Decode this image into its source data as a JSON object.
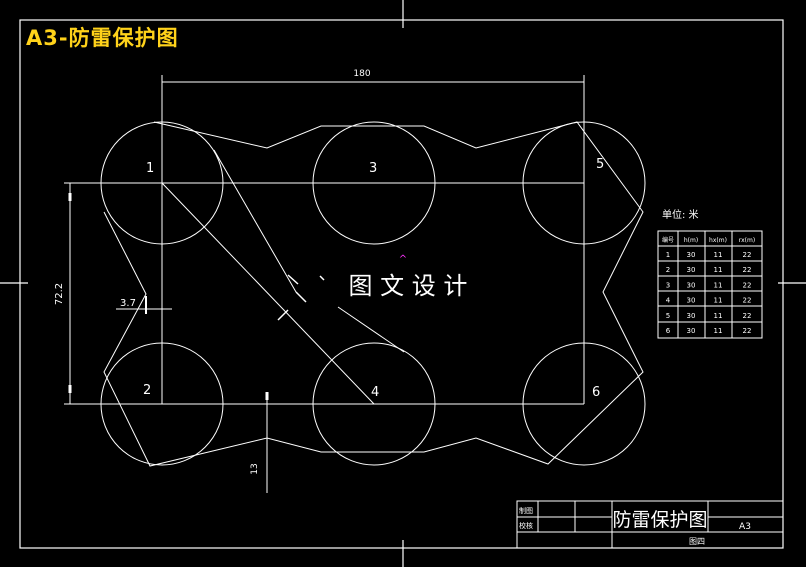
{
  "drawing": {
    "title": "A3-防雷保护图",
    "watermark": "图 文 设 计",
    "dimensions": {
      "width": "180",
      "height": "72.2",
      "offset": "3.7",
      "depth": "13"
    },
    "circle_labels": [
      "1",
      "2",
      "3",
      "4",
      "5",
      "6"
    ],
    "table": {
      "unit": "单位: 米",
      "headers": [
        "编号",
        "h(m)",
        "hx(m)",
        "rx(m)"
      ],
      "rows": [
        [
          "1",
          "30",
          "11",
          "22"
        ],
        [
          "2",
          "30",
          "11",
          "22"
        ],
        [
          "3",
          "30",
          "11",
          "22"
        ],
        [
          "4",
          "30",
          "11",
          "22"
        ],
        [
          "5",
          "30",
          "11",
          "22"
        ],
        [
          "6",
          "30",
          "11",
          "22"
        ]
      ]
    },
    "title_block": {
      "drawn_label": "制图",
      "checked_label": "校核",
      "name": "防雷保护图",
      "size": "A3",
      "sheet": "图四"
    }
  },
  "colors": {
    "background": "#000000",
    "line": "#ffffff",
    "title": "#ffd21a",
    "marker": "#ff33ff"
  }
}
